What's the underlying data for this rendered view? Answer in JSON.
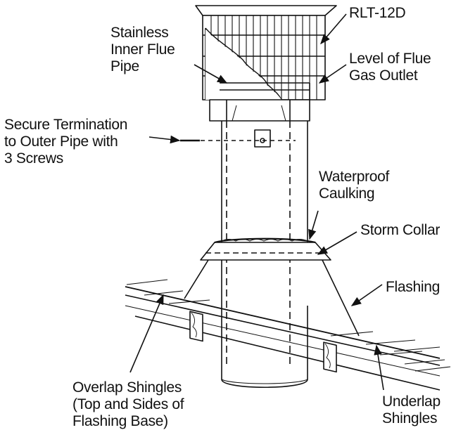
{
  "labels": {
    "rlt": [
      "RLT-12D"
    ],
    "stainless": [
      "Stainless",
      "Inner Flue",
      "Pipe"
    ],
    "level": [
      "Level of Flue",
      "Gas Outlet"
    ],
    "secure": [
      "Secure Termination",
      "to Outer Pipe with",
      "3 Screws"
    ],
    "waterproof": [
      "Waterproof",
      "Caulking"
    ],
    "storm": [
      "Storm Collar"
    ],
    "flashing": [
      "Flashing"
    ],
    "overlap": [
      "Overlap Shingles",
      "(Top and Sides of",
      "Flashing Base)"
    ],
    "underlap": [
      "Underlap",
      "Shingles"
    ]
  }
}
